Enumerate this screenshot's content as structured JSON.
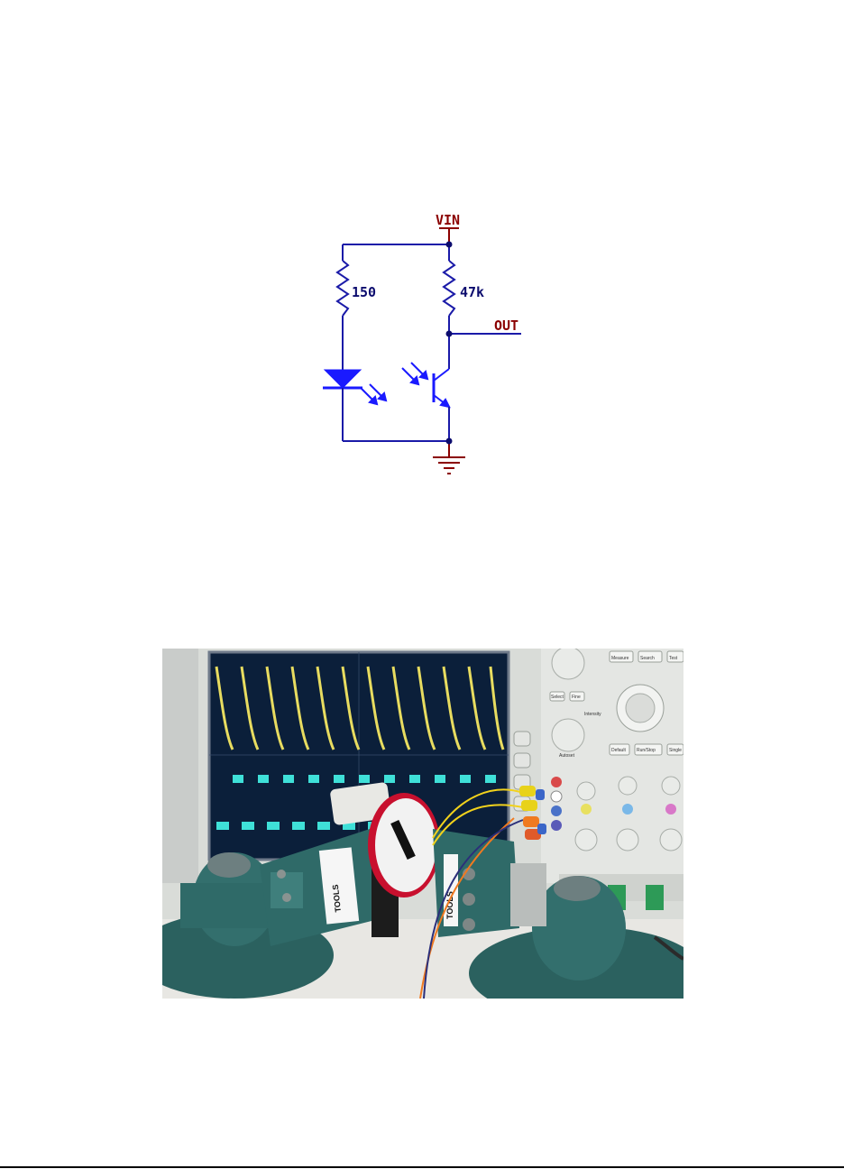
{
  "schematic": {
    "labels": {
      "vin": "VIN",
      "out": "OUT",
      "r_led": "150",
      "r_pullup": "47k"
    },
    "colors": {
      "wire": "#1a1aa8",
      "component": "#1a1aff",
      "power": "#8b0000",
      "junction": "#0c0c6e"
    }
  },
  "photo": {
    "alt": "Test setup photo",
    "bracket_label": "TOOLS",
    "scope_buttons": [
      "Measure",
      "Search",
      "Test",
      "Select",
      "Fine",
      "Intensity",
      "Default",
      "Run/Stop",
      "Single",
      "Autoset"
    ],
    "colors": {
      "scope_screen": "#0b1f3a",
      "trace_yellow": "#e8dc60",
      "trace_cyan": "#3fe0d8",
      "bracket_teal": "#2f6a68",
      "disk_white": "#f2f2f2",
      "disk_red": "#c8102e"
    }
  }
}
